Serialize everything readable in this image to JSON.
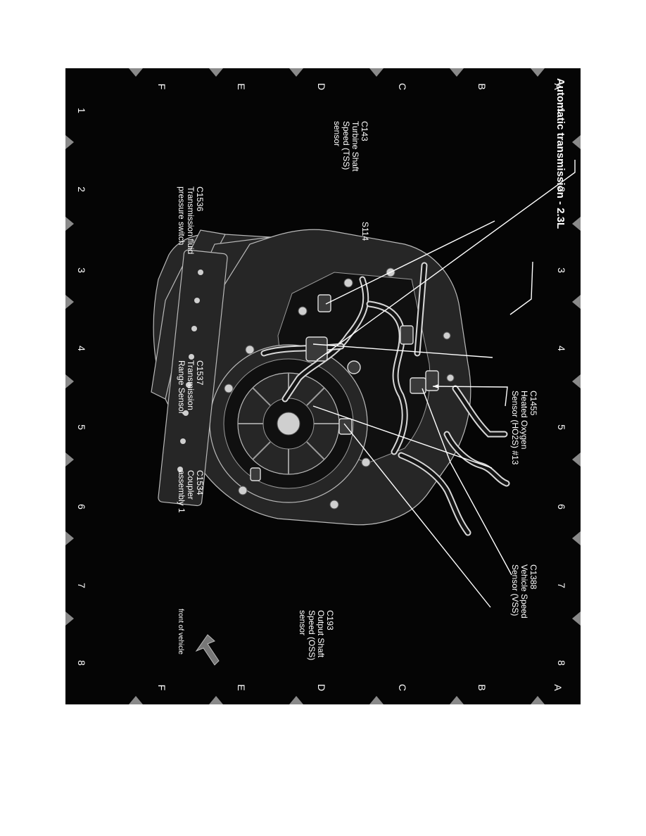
{
  "diagram": {
    "title": "Automatic transmission - 2.3L",
    "columns": [
      "1",
      "2",
      "3",
      "4",
      "5",
      "6",
      "7",
      "8"
    ],
    "rows": [
      "A",
      "B",
      "C",
      "D",
      "E",
      "F"
    ],
    "callouts": {
      "c1455": [
        "C1455",
        "Heated Oxygen",
        "Sensor (HO2S) #13"
      ],
      "c1388": [
        "C1388",
        "Vehicle Speed",
        "Sensor (VSS)"
      ],
      "c143": [
        "C143",
        "Turbine Shaft",
        "Speed (TSS)",
        "sensor"
      ],
      "s114": [
        "S114"
      ],
      "c1536": [
        "C1536",
        "Transmission fluid",
        "pressure switch"
      ],
      "c1537": [
        "C1537",
        "Transmission",
        "Range Sensor"
      ],
      "c1534": [
        "C1534",
        "Coupler",
        "assembly 1"
      ],
      "c193": [
        "C193",
        "Output Shaft",
        "Speed (OSS)",
        "sensor"
      ]
    },
    "front_label": "front of vehicle",
    "colors": {
      "background": "#050505",
      "labels": "#ffffff",
      "grid_markers": "#8a8a8a"
    }
  }
}
